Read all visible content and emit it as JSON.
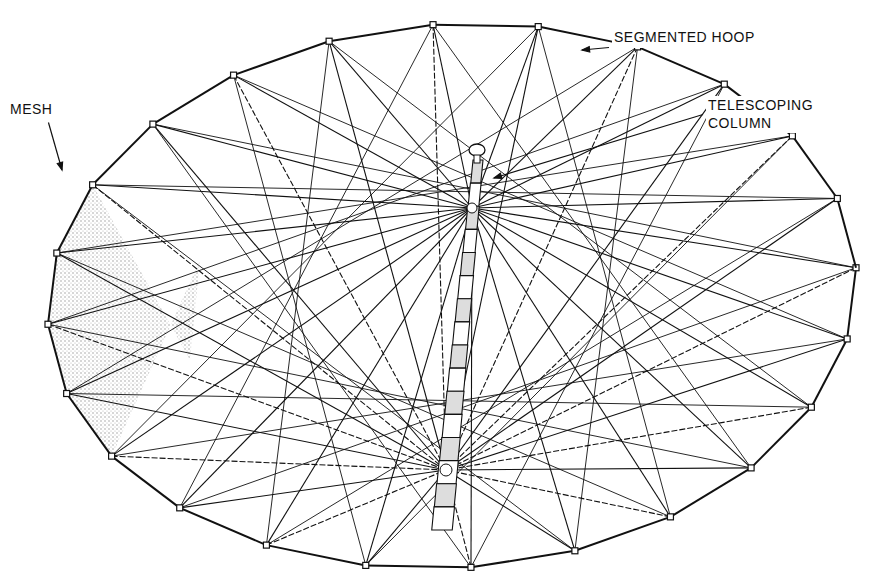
{
  "diagram": {
    "labels": [
      "SEGMENTED HOOP",
      "TELESCOPING COLUMN",
      "MESH"
    ]
  }
}
